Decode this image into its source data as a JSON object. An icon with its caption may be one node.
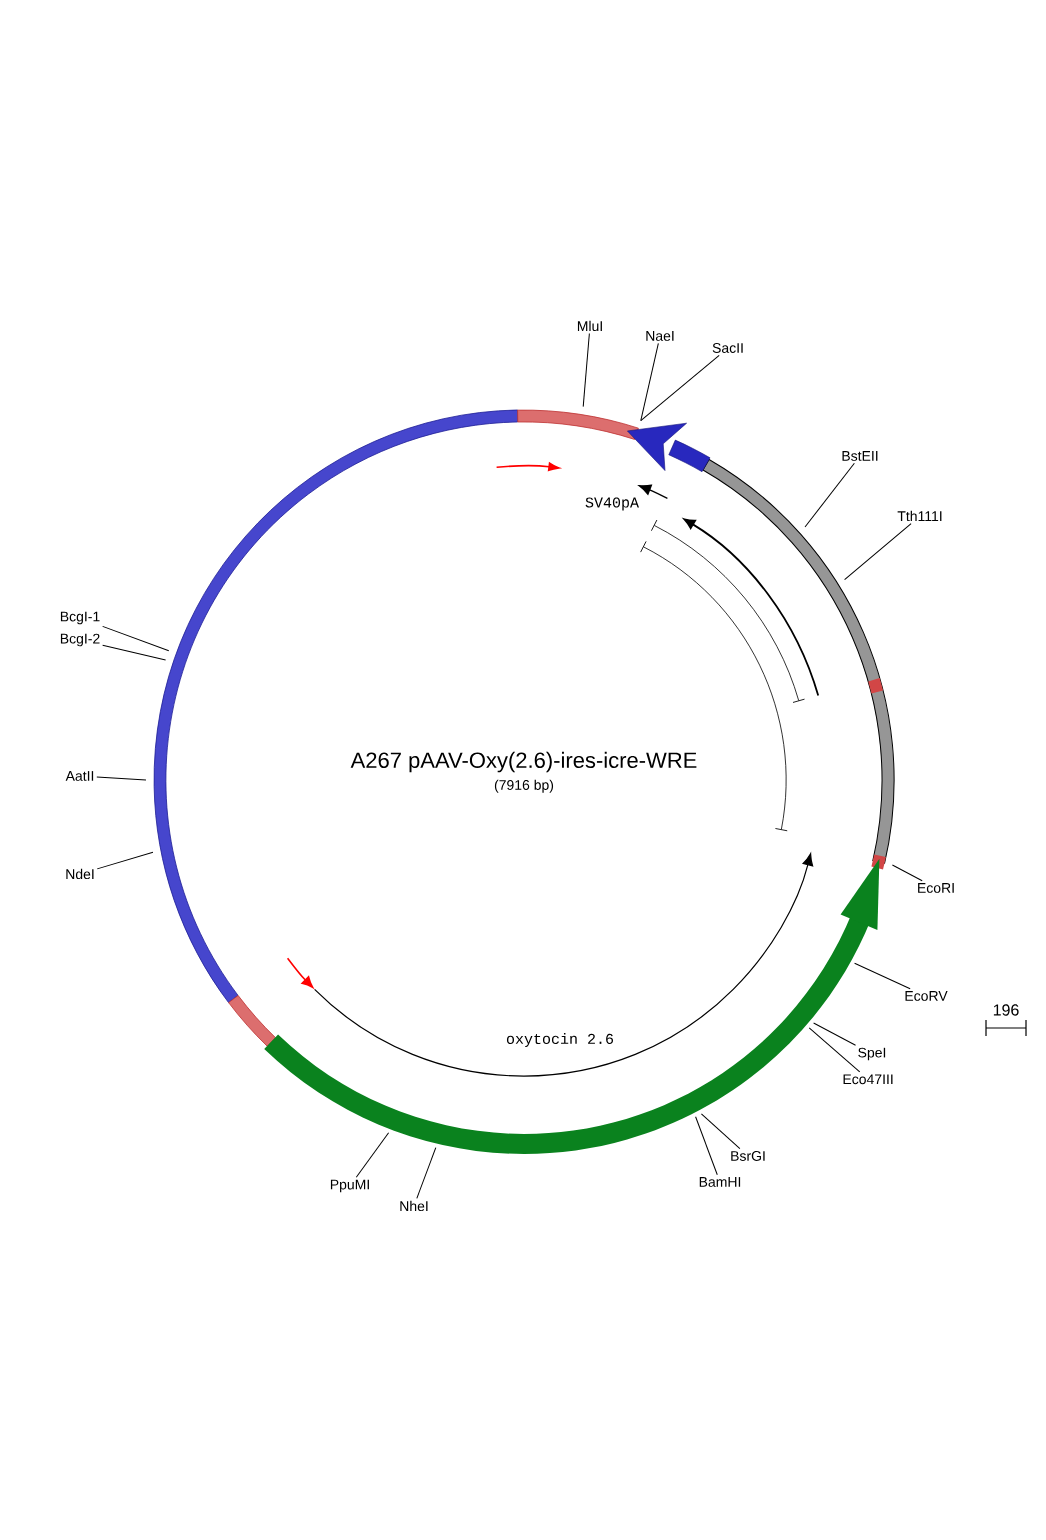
{
  "diagram": {
    "nodes": [
      {
        "text": [
          "A267 pAAV-Oxy(2.6)-ires-icre-WRE",
          "(7916 bp)"
        ]
      },
      {
        "text": [
          "SV40pA"
        ]
      },
      {
        "text": [
          "oxytocin 2.6"
        ]
      },
      {
        "text": [
          "MluI"
        ]
      },
      {
        "text": [
          "NaeI"
        ]
      },
      {
        "text": [
          "SacII"
        ]
      },
      {
        "text": [
          "BstEII"
        ]
      },
      {
        "text": [
          "Tth111I"
        ]
      },
      {
        "text": [
          "BcgI-1"
        ]
      },
      {
        "text": [
          "BcgI-2"
        ]
      },
      {
        "text": [
          "AatII"
        ]
      },
      {
        "text": [
          "EcoRI"
        ]
      },
      {
        "text": [
          "NdeI"
        ]
      },
      {
        "text": [
          "EcoRV"
        ]
      },
      {
        "text": [
          "SpeI"
        ]
      },
      {
        "text": [
          "Eco47III"
        ]
      },
      {
        "text": [
          "BsrGI"
        ]
      },
      {
        "text": [
          "BamHI"
        ]
      },
      {
        "text": [
          "PpuMI"
        ]
      },
      {
        "text": [
          "NheI"
        ]
      }
    ],
    "edges": [
      {
        "from": 3,
        "to": null,
        "arrow": "none"
      },
      {
        "from": 4,
        "to": null,
        "arrow": "none"
      },
      {
        "from": 5,
        "to": null,
        "arrow": "none"
      },
      {
        "from": 6,
        "to": null,
        "arrow": "none"
      },
      {
        "from": 7,
        "to": null,
        "arrow": "none"
      },
      {
        "from": 8,
        "to": null,
        "arrow": "none"
      },
      {
        "from": 9,
        "to": null,
        "arrow": "none"
      },
      {
        "from": 10,
        "to": null,
        "arrow": "none"
      },
      {
        "from": 11,
        "to": null,
        "arrow": "none"
      },
      {
        "from": 12,
        "to": null,
        "arrow": "none"
      },
      {
        "from": 13,
        "to": null,
        "arrow": "none"
      },
      {
        "from": 14,
        "to": null,
        "arrow": "none"
      },
      {
        "from": 15,
        "to": null,
        "arrow": "none"
      },
      {
        "from": 16,
        "to": null,
        "arrow": "none"
      },
      {
        "from": 17,
        "to": null,
        "arrow": "none"
      },
      {
        "from": 18,
        "to": null,
        "arrow": "none"
      },
      {
        "from": 19,
        "to": null,
        "arrow": "none"
      }
    ],
    "labels": [
      "196"
    ]
  }
}
